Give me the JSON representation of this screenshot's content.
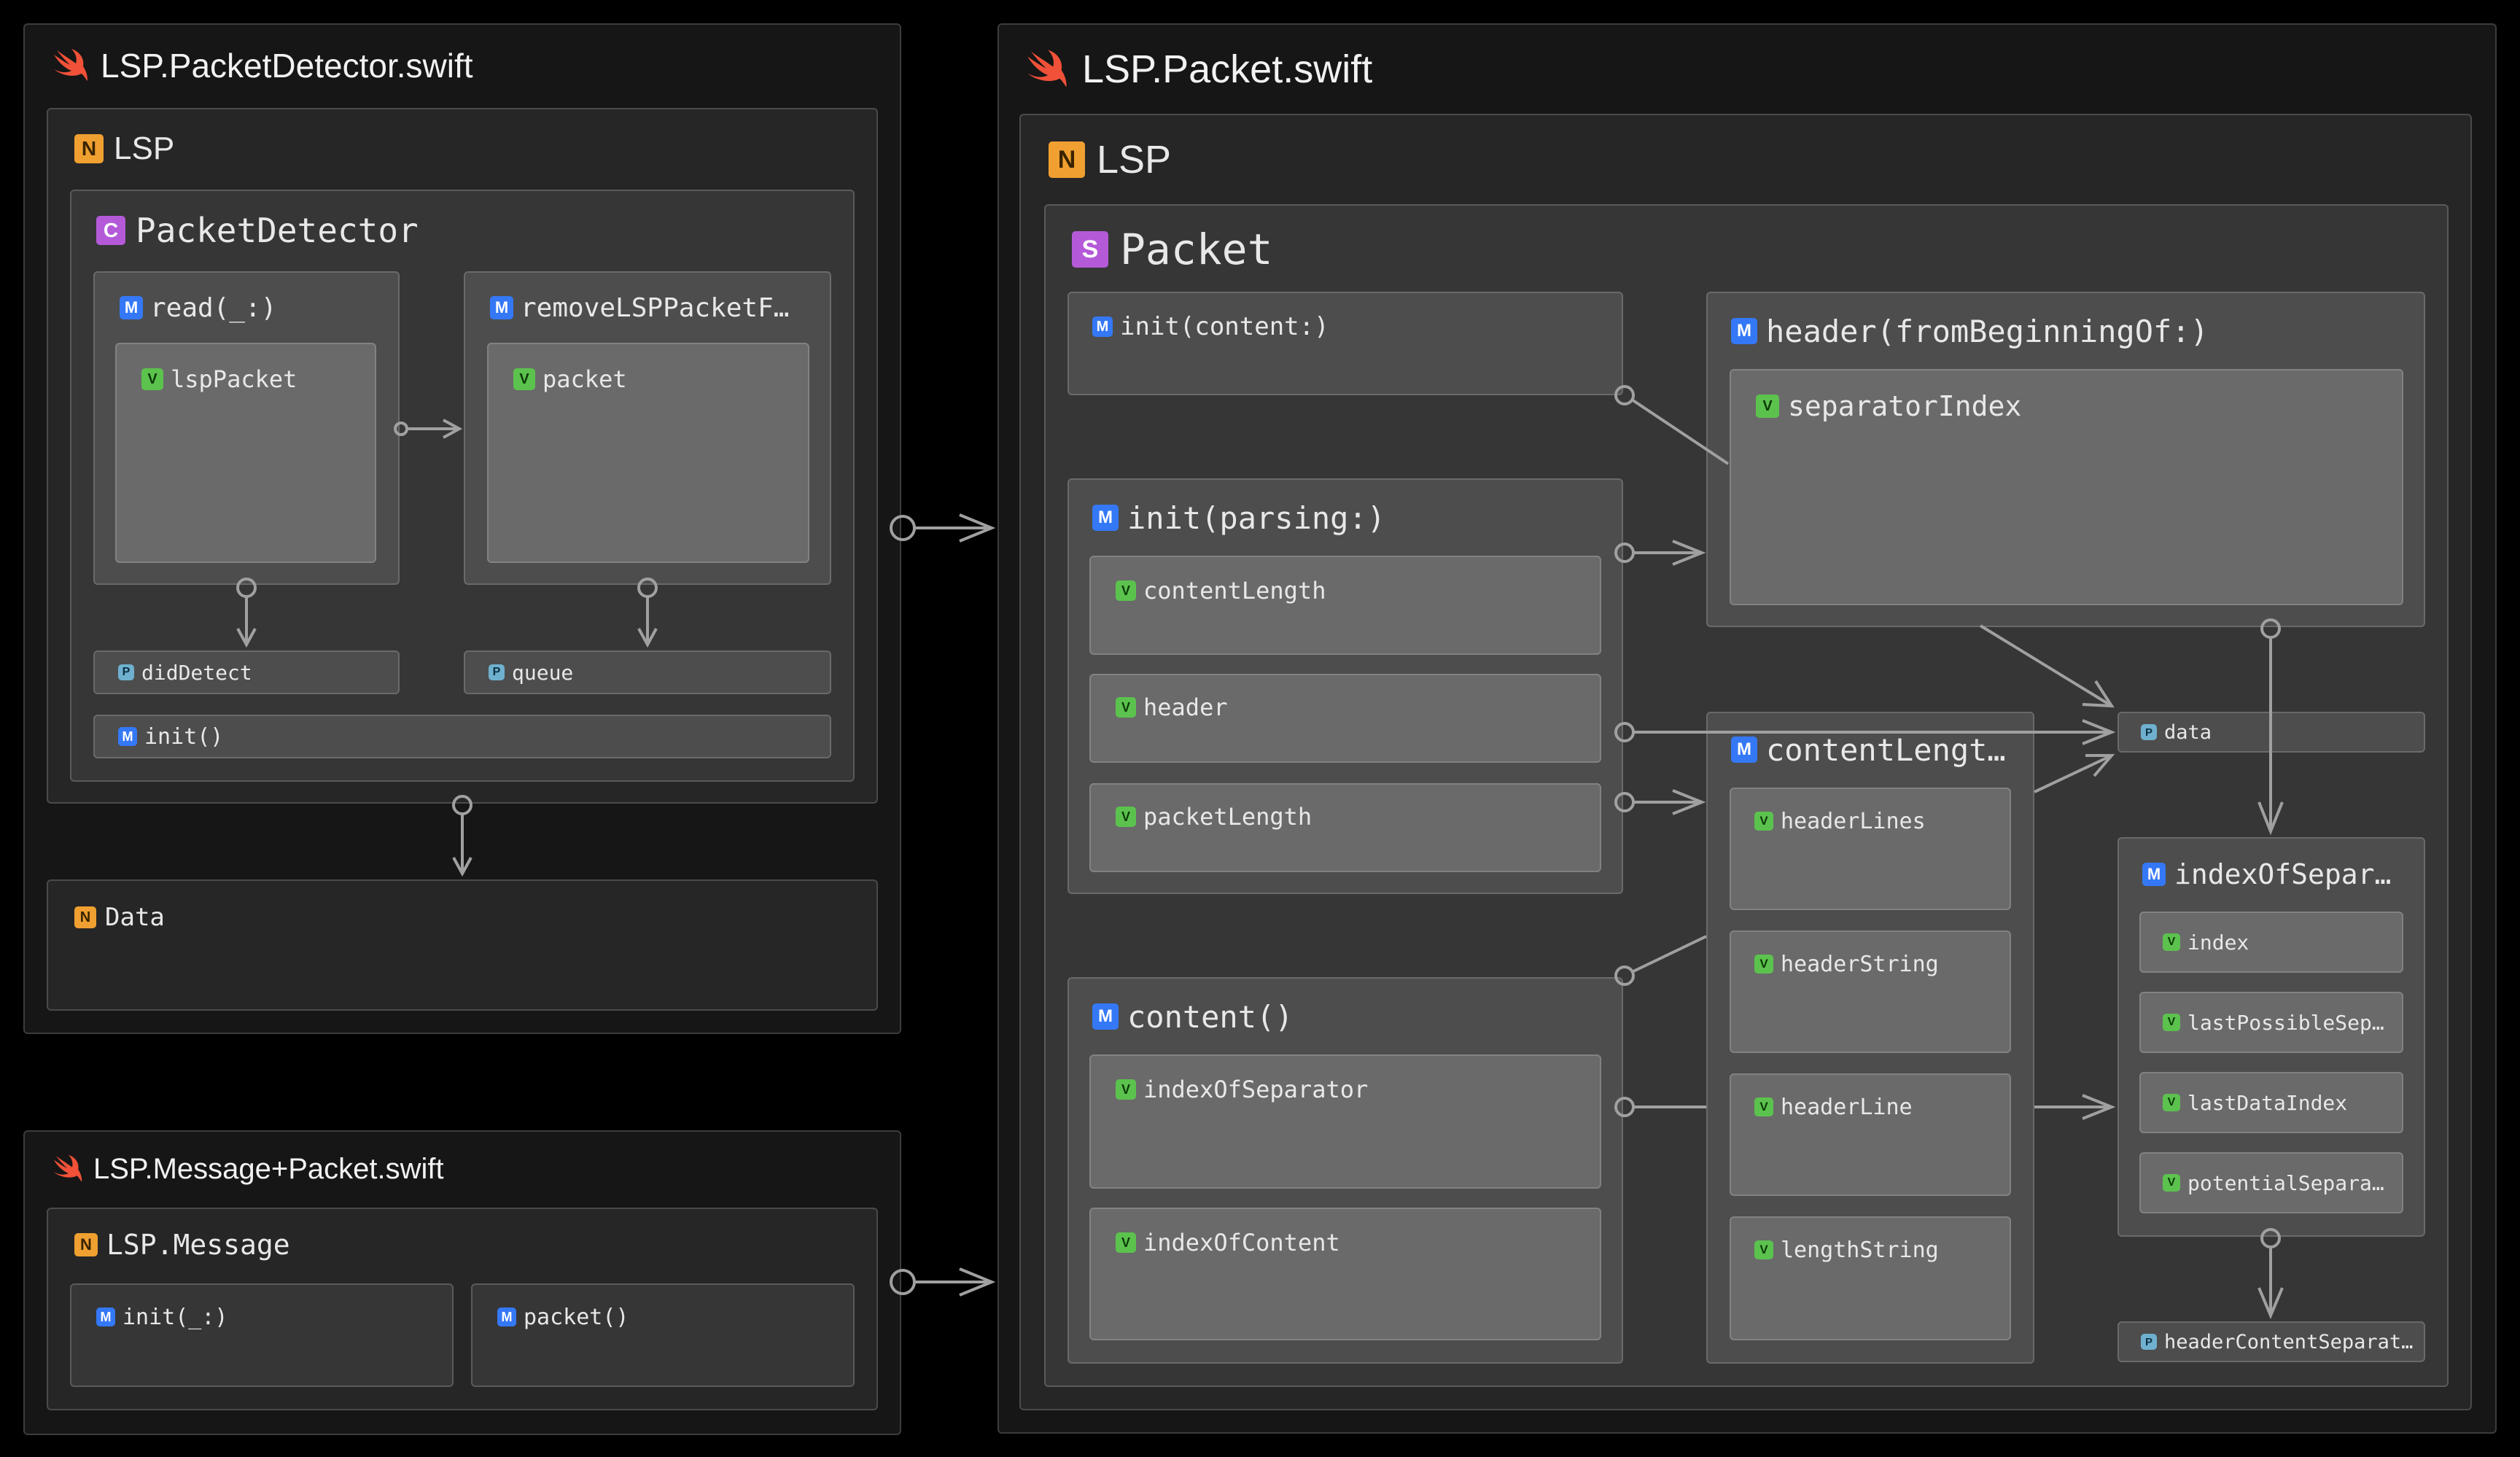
{
  "diagram": {
    "file_detector": {
      "title": "LSP.PacketDetector.swift",
      "ns": {
        "badge": "N",
        "name": "LSP"
      },
      "class": {
        "badge": "C",
        "name": "PacketDetector"
      },
      "read": {
        "badge": "M",
        "name": "read(_:)",
        "var": {
          "badge": "V",
          "name": "lspPacket"
        }
      },
      "remove": {
        "badge": "M",
        "name": "removeLSPPacketF…",
        "var": {
          "badge": "V",
          "name": "packet"
        }
      },
      "didDetect": {
        "badge": "P",
        "name": "didDetect"
      },
      "queue": {
        "badge": "P",
        "name": "queue"
      },
      "init": {
        "badge": "M",
        "name": "init()"
      },
      "data_ns": {
        "badge": "N",
        "name": "Data"
      }
    },
    "file_message": {
      "title": "LSP.Message+Packet.swift",
      "ns": {
        "badge": "N",
        "name": "LSP.Message"
      },
      "init": {
        "badge": "M",
        "name": "init(_:)"
      },
      "packet": {
        "badge": "M",
        "name": "packet()"
      }
    },
    "file_packet": {
      "title": "LSP.Packet.swift",
      "ns": {
        "badge": "N",
        "name": "LSP"
      },
      "struct": {
        "badge": "S",
        "name": "Packet"
      },
      "init_content": {
        "badge": "M",
        "name": "init(content:)"
      },
      "init_parsing": {
        "badge": "M",
        "name": "init(parsing:)",
        "vars": [
          {
            "badge": "V",
            "name": "contentLength"
          },
          {
            "badge": "V",
            "name": "header"
          },
          {
            "badge": "V",
            "name": "packetLength"
          }
        ]
      },
      "content": {
        "badge": "M",
        "name": "content()",
        "vars": [
          {
            "badge": "V",
            "name": "indexOfSeparator"
          },
          {
            "badge": "V",
            "name": "indexOfContent"
          }
        ]
      },
      "header_fn": {
        "badge": "M",
        "name": "header(fromBeginningOf:)",
        "var": {
          "badge": "V",
          "name": "separatorIndex"
        }
      },
      "content_length": {
        "badge": "M",
        "name": "contentLengt…",
        "vars": [
          {
            "badge": "V",
            "name": "headerLines"
          },
          {
            "badge": "V",
            "name": "headerString"
          },
          {
            "badge": "V",
            "name": "headerLine"
          },
          {
            "badge": "V",
            "name": "lengthString"
          }
        ]
      },
      "data_prop": {
        "badge": "P",
        "name": "data"
      },
      "index_of_sep": {
        "badge": "M",
        "name": "indexOfSepar…",
        "vars": [
          {
            "badge": "V",
            "name": "index"
          },
          {
            "badge": "V",
            "name": "lastPossibleSep…"
          },
          {
            "badge": "V",
            "name": "lastDataIndex"
          },
          {
            "badge": "V",
            "name": "potentialSepara…"
          }
        ]
      },
      "header_sep_prop": {
        "badge": "P",
        "name": "headerContentSeparat…"
      }
    },
    "colors": {
      "background": "#000000",
      "edge": "#a0a0a0",
      "badge_N": "#f0a030",
      "badge_C": "#b45ad8",
      "badge_M": "#3478f6",
      "badge_V": "#5cc24e",
      "badge_P": "#6fb0cf",
      "swift_logo": "#f05138"
    }
  }
}
